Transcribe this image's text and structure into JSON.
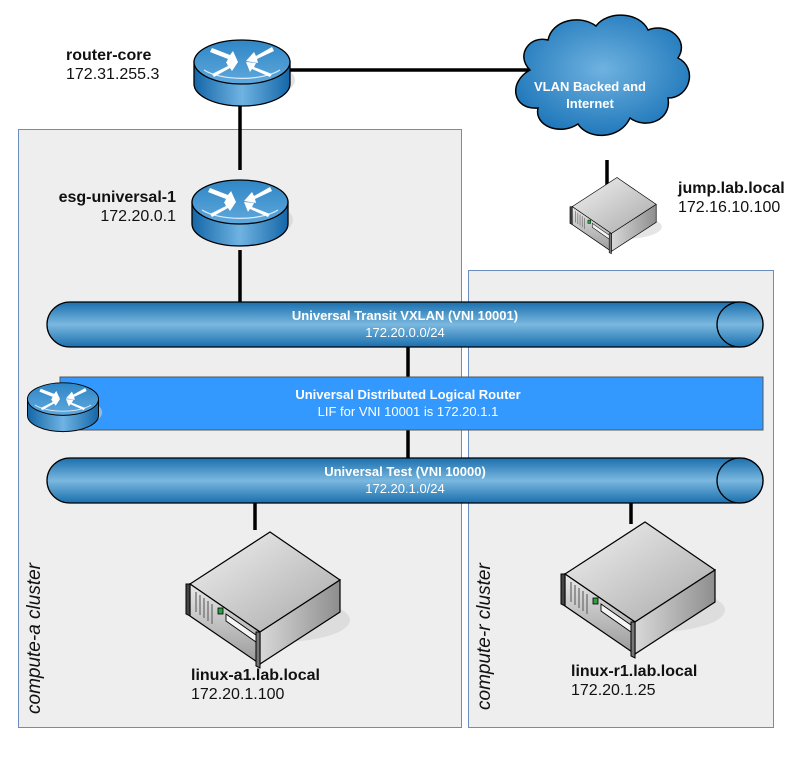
{
  "colors": {
    "link": "#000000",
    "cluster_fill": "#eeeeee",
    "cluster_border": "#6c8ebf",
    "pipe_dark": "#1a6fae",
    "pipe_light": "#7ab8df",
    "dlr_fill": "#3399ff",
    "label_text": "#111111",
    "device_text_on_blue": "#ffffff"
  },
  "clusters": [
    {
      "id": "compute-a",
      "label": "compute-a cluster"
    },
    {
      "id": "compute-r",
      "label": "compute-r cluster"
    }
  ],
  "routers": {
    "core": {
      "name": "router-core",
      "ip": "172.31.255.3",
      "icon": "router-icon"
    },
    "esg": {
      "name": "esg-universal-1",
      "ip": "172.20.0.1",
      "icon": "router-icon"
    }
  },
  "cloud": {
    "line1": "VLAN Backed and",
    "line2": "Internet",
    "icon": "cloud-icon"
  },
  "servers": {
    "jump": {
      "name": "jump.lab.local",
      "ip": "172.16.10.100",
      "icon": "server-icon"
    },
    "linux_a1": {
      "name": "linux-a1.lab.local",
      "ip": "172.20.1.100",
      "icon": "server-icon"
    },
    "linux_r1": {
      "name": "linux-r1.lab.local",
      "ip": "172.20.1.25",
      "icon": "server-icon"
    }
  },
  "networks": {
    "transit": {
      "title": "Universal Transit VXLAN (VNI 10001)",
      "subnet": "172.20.0.0/24"
    },
    "test": {
      "title": "Universal Test (VNI 10000)",
      "subnet": "172.20.1.0/24"
    }
  },
  "dlr": {
    "title": "Universal Distributed Logical Router",
    "subtitle": "LIF for VNI 10001 is 172.20.1.1",
    "icon": "router-icon"
  }
}
